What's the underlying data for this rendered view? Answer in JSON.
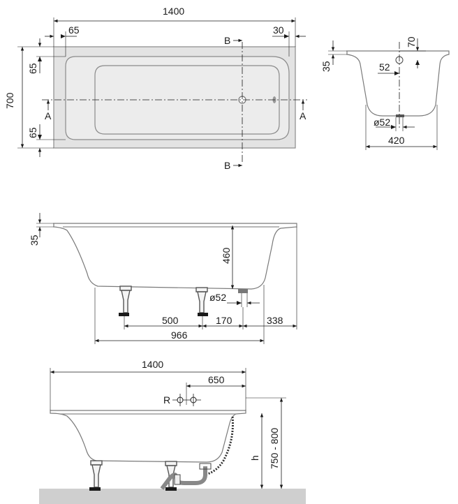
{
  "top_view": {
    "overall_length": "1400",
    "left_rim": "65",
    "right_rim": "30",
    "width": "700",
    "rim_top": "65",
    "rim_bottom": "65",
    "section_a": "A",
    "section_b": "B"
  },
  "section_view": {
    "height_rim": "70",
    "rim_depth": "35",
    "waste_offset": "52",
    "waste_diameter": "ø52",
    "bottom_width": "420"
  },
  "side_view": {
    "rim_depth": "35",
    "depth": "460",
    "waste_diameter": "ø52",
    "feet_spacing": "500",
    "feet_to_waste": "170",
    "waste_to_end": "338",
    "feet_span": "966"
  },
  "install_view": {
    "overall_length": "1400",
    "valve_offset": "650",
    "valve_label": "R",
    "height_symbol": "h",
    "height_range": "750 - 800"
  }
}
